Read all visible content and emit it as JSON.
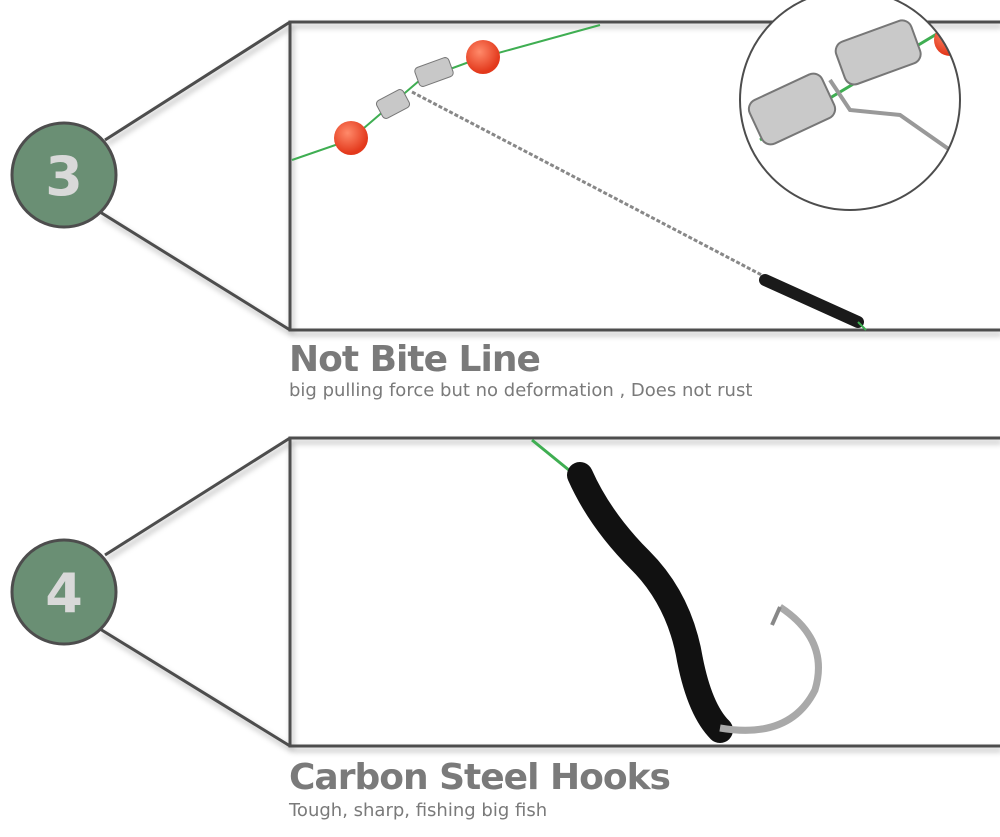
{
  "features": [
    {
      "number": "3",
      "title": "Not Bite Line",
      "subtitle": "big pulling force but no deformation , Does not rust"
    },
    {
      "number": "4",
      "title": "Carbon Steel Hooks",
      "subtitle": "Tough, sharp, fishing big fish"
    }
  ],
  "colors": {
    "badge": "#6a8f74",
    "frame": "#4d4d4d",
    "text": "#7a7a7a",
    "line": "#3fae52",
    "bead": "#f2492a"
  }
}
